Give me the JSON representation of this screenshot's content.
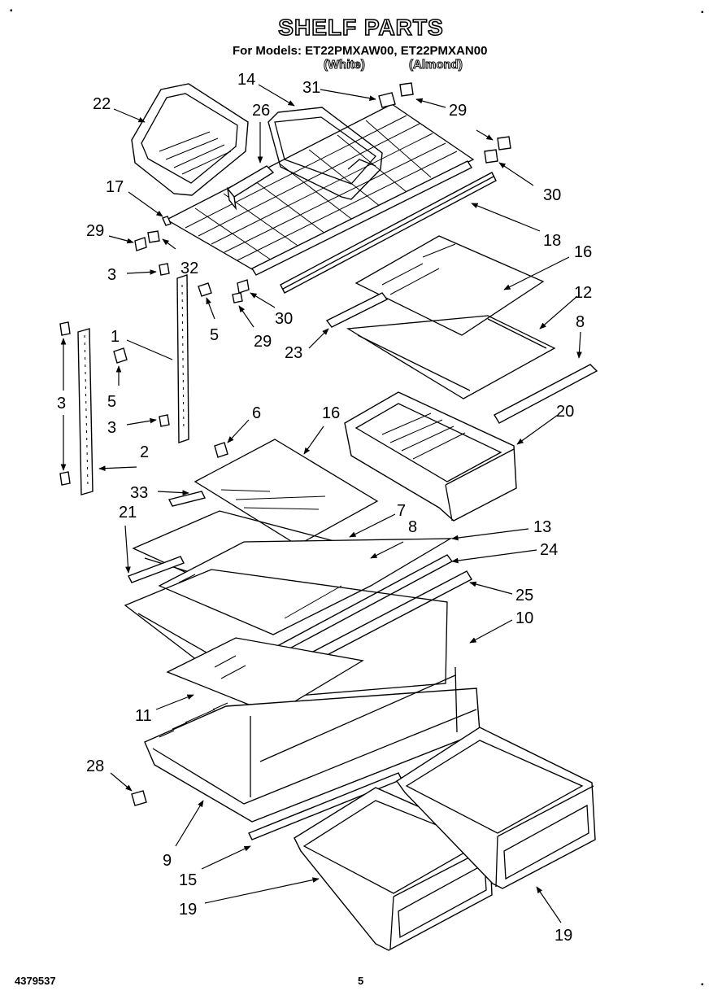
{
  "header": {
    "title": "SHELF PARTS",
    "models_line": "For Models: ET22PMXAW00, ET22PMXAN00",
    "white": "(White)",
    "almond": "(Almond)"
  },
  "footer": {
    "doc_number": "4379537",
    "page_number": "5"
  },
  "callouts": {
    "c1": "1",
    "c2": "2",
    "c3a": "3",
    "c3b": "3",
    "c3c": "3",
    "c5a": "5",
    "c5b": "5",
    "c6": "6",
    "c7": "7",
    "c8a": "8",
    "c8b": "8",
    "c9": "9",
    "c10": "10",
    "c11": "11",
    "c12": "12",
    "c13": "13",
    "c14": "14",
    "c15": "15",
    "c16a": "16",
    "c16b": "16",
    "c17": "17",
    "c18": "18",
    "c19a": "19",
    "c19b": "19",
    "c20": "20",
    "c21": "21",
    "c22": "22",
    "c23": "23",
    "c24": "24",
    "c25": "25",
    "c26": "26",
    "c28": "28",
    "c29a": "29",
    "c29b": "29",
    "c29c": "29",
    "c30a": "30",
    "c30b": "30",
    "c31": "31",
    "c32": "32",
    "c33": "33"
  }
}
